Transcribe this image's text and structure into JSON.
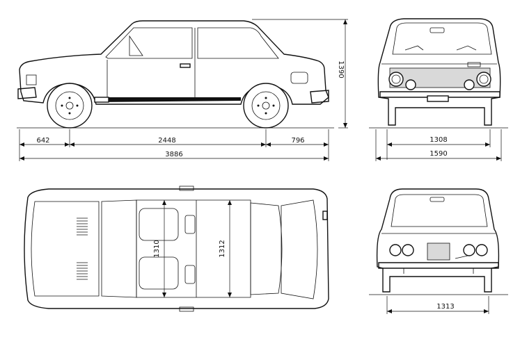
{
  "drawing": {
    "side": {
      "overall_length": "3886",
      "front_overhang": "642",
      "wheelbase": "2448",
      "rear_overhang": "796",
      "height": "1390"
    },
    "front": {
      "front_track": "1308",
      "overall_width": "1590"
    },
    "top": {
      "front_cabin_width": "1310",
      "rear_cabin_width": "1312"
    },
    "rear": {
      "rear_track": "1313"
    }
  },
  "colors": {
    "ink": "#111111",
    "paper": "#ffffff"
  }
}
